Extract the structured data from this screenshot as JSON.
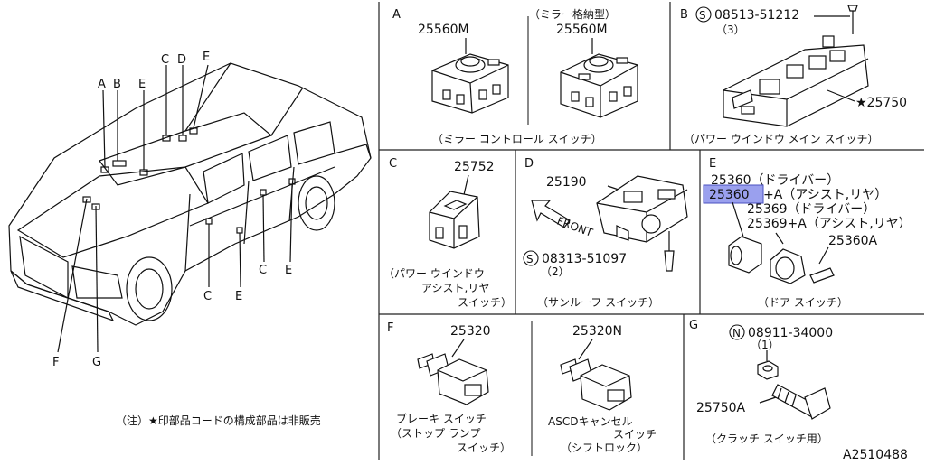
{
  "diagram_id": "A2510488",
  "footnote": "（注）★印部品コードの構成部品は非販売",
  "overview": {
    "callouts": [
      "A",
      "B",
      "E",
      "C",
      "D",
      "E",
      "F",
      "G",
      "C",
      "E",
      "C",
      "E"
    ]
  },
  "panels": {
    "A": {
      "letter": "A",
      "left_part": "25560M",
      "right_note": "（ミラー格納型）",
      "right_part": "25560M",
      "caption": "（ミラー コントロール スイッチ）"
    },
    "B": {
      "letter": "B",
      "screw_symbol": "S",
      "screw_part": "08513-51212",
      "screw_qty": "（3）",
      "main_part": "★25750",
      "caption": "（パワー ウインドウ メイン スイッチ）"
    },
    "C": {
      "letter": "C",
      "part": "25752",
      "caption_lines": [
        "（パワー ウインドウ",
        "アシスト,リヤ",
        "スイッチ）"
      ]
    },
    "D": {
      "letter": "D",
      "part": "25190",
      "front_label": "FRONT",
      "screw_symbol": "S",
      "screw_part": "08313-51097",
      "screw_qty": "（2）",
      "caption": "（サンルーフ スイッチ）"
    },
    "E": {
      "letter": "E",
      "lines": [
        "25360（ドライバー）",
        "+A（アシスト,リヤ）",
        "25369（ドライバー）",
        "25369+A（アシスト,リヤ）"
      ],
      "highlight_part": "25360",
      "part_a": "25360A",
      "caption": "（ドア スイッチ）"
    },
    "F": {
      "letter": "F",
      "left_part": "25320",
      "right_part": "25320N",
      "left_caption_lines": [
        "ブレーキ スイッチ",
        "（ストップ ランプ",
        "スイッチ）"
      ],
      "right_caption_lines": [
        "ASCDキャンセル",
        "スイッチ",
        "（シフトロック）"
      ]
    },
    "G": {
      "letter": "G",
      "nut_symbol": "N",
      "nut_part": "08911-34000",
      "nut_qty": "（1）",
      "bolt_part": "25750A",
      "caption": "（クラッチ スイッチ用）"
    }
  }
}
